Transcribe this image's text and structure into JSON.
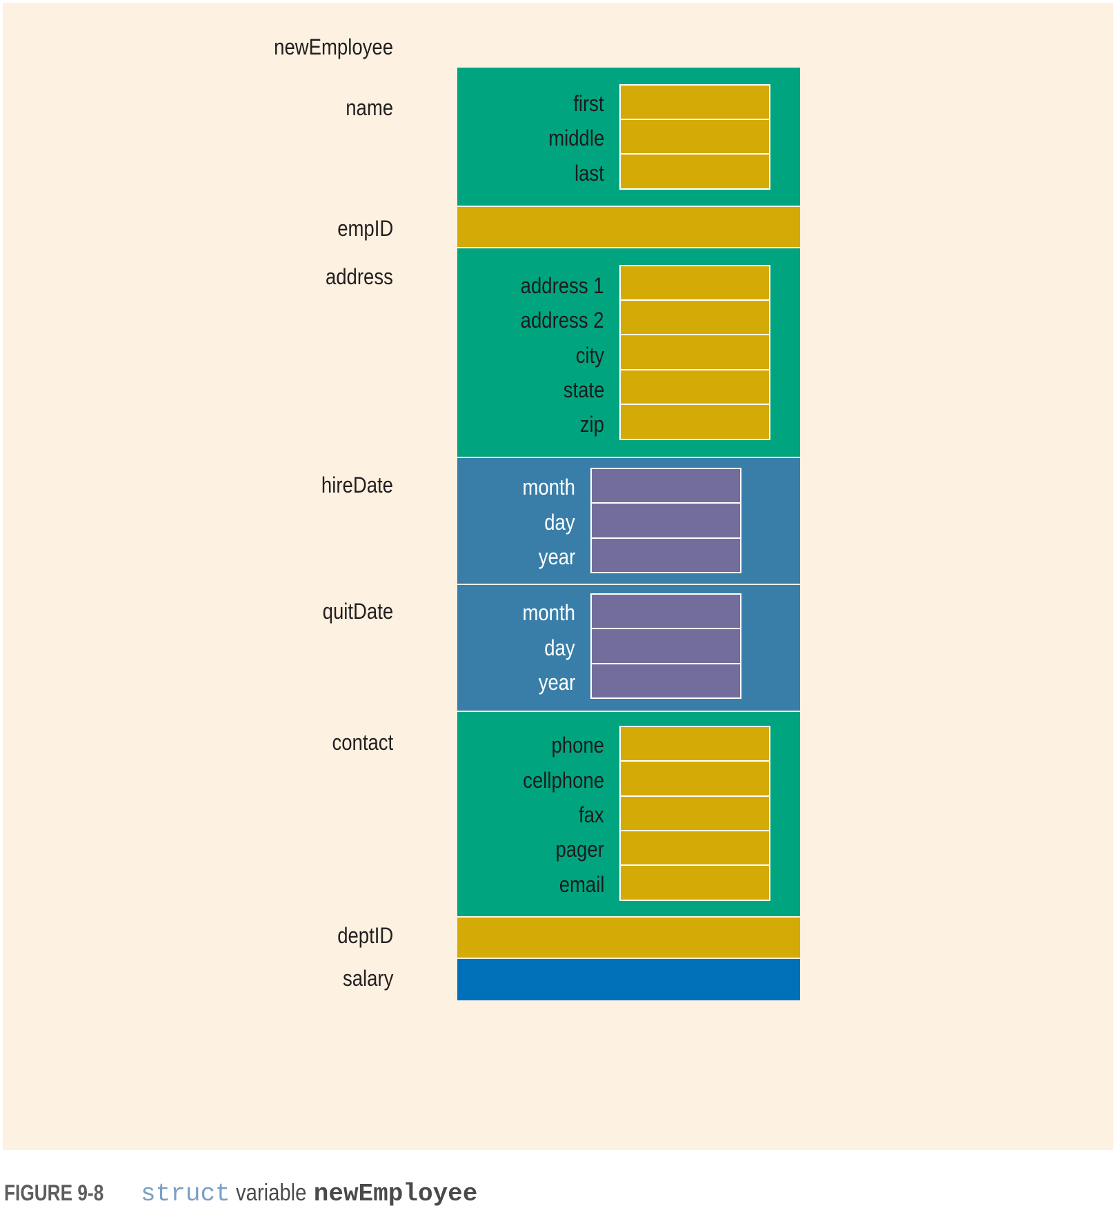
{
  "title": "newEmployee",
  "members": [
    {
      "name": "name",
      "kind": "struct",
      "fields": [
        "first",
        "middle",
        "last"
      ]
    },
    {
      "name": "empID",
      "kind": "scalar"
    },
    {
      "name": "address",
      "kind": "struct",
      "fields": [
        "address 1",
        "address 2",
        "city",
        "state",
        "zip"
      ]
    },
    {
      "name": "hireDate",
      "kind": "struct",
      "fields": [
        "month",
        "day",
        "year"
      ]
    },
    {
      "name": "quitDate",
      "kind": "struct",
      "fields": [
        "month",
        "day",
        "year"
      ]
    },
    {
      "name": "contact",
      "kind": "struct",
      "fields": [
        "phone",
        "cellphone",
        "fax",
        "pager",
        "email"
      ]
    },
    {
      "name": "deptID",
      "kind": "scalar"
    },
    {
      "name": "salary",
      "kind": "scalar"
    }
  ],
  "caption": {
    "figure": "FIGURE 9-8",
    "keyword": "struct",
    "text": "variable",
    "variable": "newEmployee"
  },
  "colors": {
    "background": "#fdf1e1",
    "struct_green": "#00a580",
    "struct_blue": "#397ea8",
    "string_field": "#d4aa07",
    "int_field": "#736d9b",
    "double_field": "#0070b9"
  }
}
